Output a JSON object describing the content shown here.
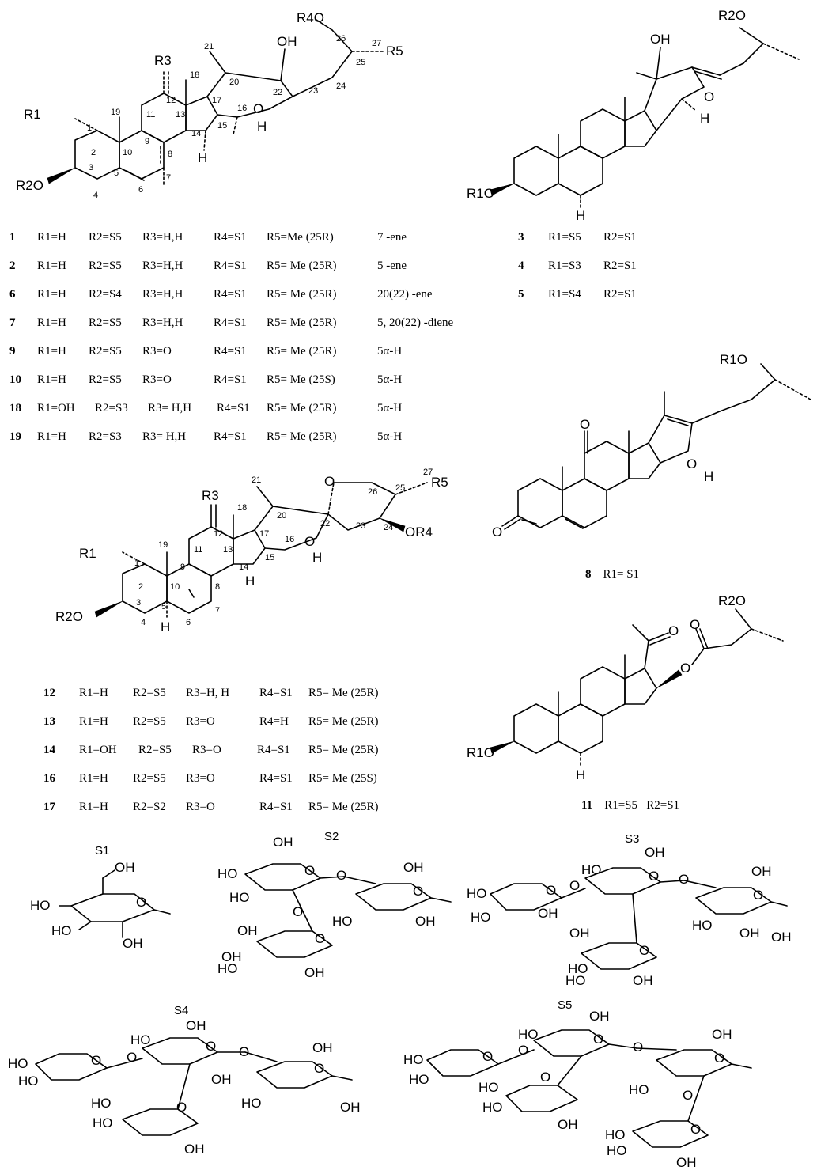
{
  "structures": {
    "A": {
      "numbers": [
        "1",
        "2",
        "3",
        "4",
        "5",
        "6",
        "7",
        "8",
        "9",
        "10",
        "11",
        "12",
        "13",
        "14",
        "15",
        "16",
        "17",
        "18",
        "19",
        "20",
        "21",
        "22",
        "23",
        "24",
        "25",
        "26",
        "27"
      ],
      "labels": {
        "r1": "R1",
        "r2o": "R2O",
        "r3": "R3",
        "r4o": "R4O",
        "r5": "R5",
        "oh": "OH",
        "o": "O",
        "h": "H"
      }
    },
    "B": {
      "labels": {
        "r1o": "R1O",
        "r2o": "R2O",
        "oh": "OH",
        "o": "O",
        "h": "H"
      }
    },
    "C": {
      "labels": {
        "r1o": "R1O",
        "o": "O",
        "h": "H"
      }
    },
    "D": {
      "numbers": [
        "1",
        "2",
        "3",
        "4",
        "5",
        "6",
        "7",
        "8",
        "9",
        "10",
        "11",
        "12",
        "13",
        "14",
        "15",
        "16",
        "17",
        "18",
        "19",
        "20",
        "21",
        "22",
        "23",
        "24",
        "25",
        "26",
        "27"
      ],
      "labels": {
        "r1": "R1",
        "r2o": "R2O",
        "r3": "R3",
        "r4": "OR4",
        "r5": "R5",
        "o": "O",
        "h": "H"
      }
    },
    "E": {
      "labels": {
        "r1o": "R1O",
        "r2o": "R2O",
        "o": "O",
        "h": "H"
      }
    }
  },
  "table_a": [
    {
      "id": "1",
      "r1": "R1=H",
      "r2": "R2=S5",
      "r3": "R3=H,H",
      "r4": "R4=S1",
      "r5": "R5=Me (25R)",
      "note": "7 -ene"
    },
    {
      "id": "2",
      "r1": "R1=H",
      "r2": "R2=S5",
      "r3": "R3=H,H",
      "r4": "R4=S1",
      "r5": "R5= Me (25R)",
      "note": "5 -ene"
    },
    {
      "id": "6",
      "r1": "R1=H",
      "r2": "R2=S4",
      "r3": "R3=H,H",
      "r4": "R4=S1",
      "r5": "R5= Me (25R)",
      "note": "20(22) -ene"
    },
    {
      "id": "7",
      "r1": "R1=H",
      "r2": "R2=S5",
      "r3": "R3=H,H",
      "r4": "R4=S1",
      "r5": "R5= Me (25R)",
      "note": "5, 20(22) -diene"
    },
    {
      "id": "9",
      "r1": "R1=H",
      "r2": "R2=S5",
      "r3": "R3=O",
      "r4": "R4=S1",
      "r5": "R5= Me (25R)",
      "note": "5α-H"
    },
    {
      "id": "10",
      "r1": "R1=H",
      "r2": "R2=S5",
      "r3": "R3=O",
      "r4": "R4=S1",
      "r5": "R5= Me (25S)",
      "note": "5α-H"
    },
    {
      "id": "18",
      "r1": "R1=OH",
      "r2": "R2=S3",
      "r3": "R3= H,H",
      "r4": "R4=S1",
      "r5": "R5= Me (25R)",
      "note": "5α-H"
    },
    {
      "id": "19",
      "r1": "R1=H",
      "r2": "R2=S3",
      "r3": "R3= H,H",
      "r4": "R4=S1",
      "r5": "R5= Me (25R)",
      "note": "5α-H"
    }
  ],
  "table_b": [
    {
      "id": "3",
      "r1": "R1=S5",
      "r2": "R2=S1"
    },
    {
      "id": "4",
      "r1": "R1=S3",
      "r2": "R2=S1"
    },
    {
      "id": "5",
      "r1": "R1=S4",
      "r2": "R2=S1"
    }
  ],
  "table_c": [
    {
      "id": "12",
      "r1": "R1=H",
      "r2": "R2=S5",
      "r3": "R3=H, H",
      "r4": "R4=S1",
      "r5": "R5= Me (25R)"
    },
    {
      "id": "13",
      "r1": "R1=H",
      "r2": "R2=S5",
      "r3": "R3=O",
      "r4": "R4=H",
      "r5": "R5= Me (25R)"
    },
    {
      "id": "14",
      "r1": "R1=OH",
      "r2": "R2=S5",
      "r3": "R3=O",
      "r4": "R4=S1",
      "r5": "R5= Me (25R)"
    },
    {
      "id": "16",
      "r1": "R1=H",
      "r2": "R2=S5",
      "r3": "R3=O",
      "r4": "R4=S1",
      "r5": "R5= Me (25S)"
    },
    {
      "id": "17",
      "r1": "R1=H",
      "r2": "R2=S2",
      "r3": "R3=O",
      "r4": "R4=S1",
      "r5": "R5= Me (25R)"
    }
  ],
  "label_8": {
    "id": "8",
    "text": "R1= S1"
  },
  "label_11": {
    "id": "11",
    "r1": "R1=S5",
    "r2": "R2=S1"
  },
  "sugars": {
    "s1": {
      "name": "S1",
      "labels": [
        "OH",
        "HO",
        "HO",
        "O",
        "OH"
      ]
    },
    "s2": {
      "name": "S2",
      "labels": [
        "OH",
        "HO",
        "HO",
        "O",
        "OH",
        "O",
        "O",
        "OH",
        "HO",
        "OH",
        "OH",
        "HO",
        "OH",
        "O",
        "O"
      ]
    },
    "s3": {
      "name": "S3",
      "labels": [
        "OH",
        "HO",
        "HO",
        "O",
        "O",
        "HO",
        "O",
        "OH",
        "OH",
        "O",
        "OH",
        "HO",
        "OH",
        "O",
        "OH",
        "HO",
        "O",
        "HO",
        "OH"
      ]
    },
    "s4": {
      "name": "S4",
      "labels": [
        "OH",
        "HO",
        "HO",
        "O",
        "O",
        "HO",
        "O",
        "OH",
        "OH",
        "O",
        "HO",
        "HO",
        "O",
        "OH",
        "HO",
        "O",
        "OH"
      ]
    },
    "s5": {
      "name": "S5",
      "labels": [
        "OH",
        "HO",
        "HO",
        "O",
        "O",
        "HO",
        "O",
        "O",
        "OH",
        "HO",
        "O",
        "HO",
        "OH",
        "O",
        "HO",
        "O",
        "O",
        "HO",
        "HO",
        "OH"
      ]
    }
  }
}
